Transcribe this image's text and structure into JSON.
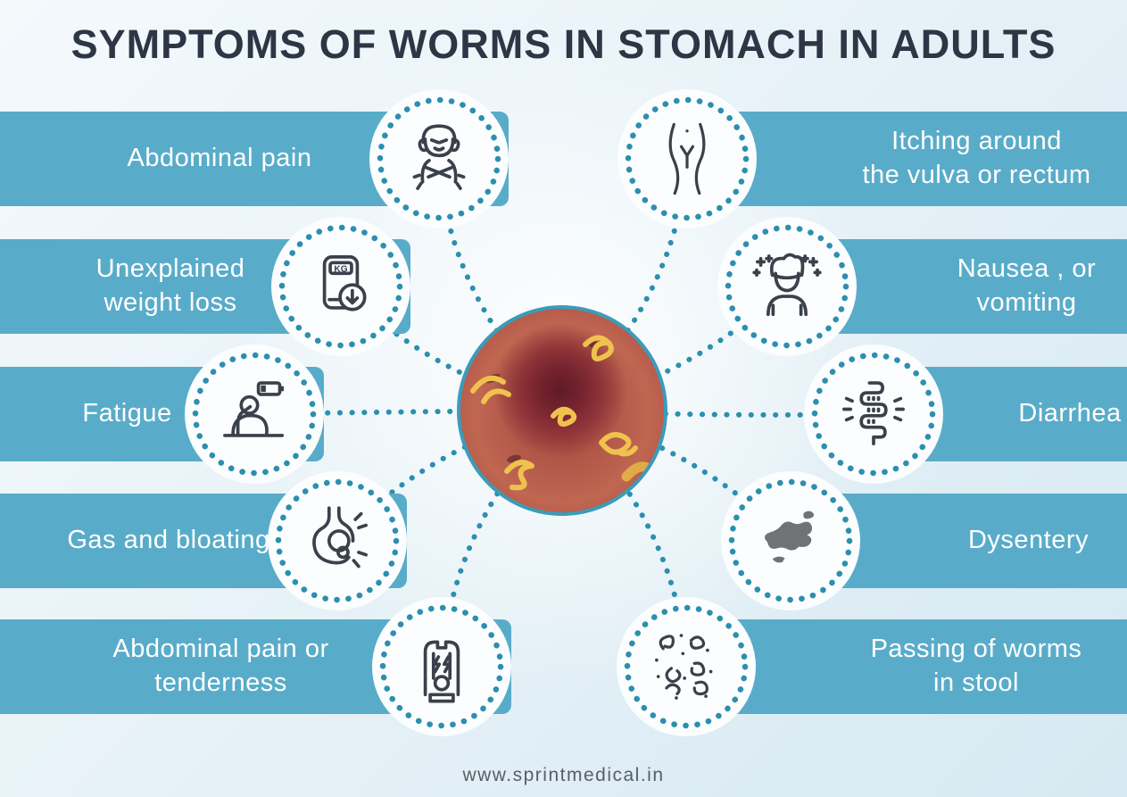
{
  "title": "SYMPTOMS OF WORMS IN STOMACH IN ADULTS",
  "footer": {
    "website": "www.sprintmedical.in"
  },
  "center": {
    "image_alt": "Intestine interior with worms"
  },
  "colors": {
    "banner": "#59acc9",
    "dots": "#2c8fae",
    "title": "#2d3645",
    "label": "#ffffff",
    "icon_stroke": "#3a414b",
    "dysentery_fill": "#6f7376",
    "center_ring": "#3a9cba"
  },
  "symptoms": {
    "left": [
      {
        "label": "Abdominal pain",
        "icon": "abdominal-pain-icon"
      },
      {
        "label": "Unexplained\nweight loss",
        "icon": "weight-loss-icon"
      },
      {
        "label": "Fatigue",
        "icon": "fatigue-icon"
      },
      {
        "label": "Gas and bloating",
        "icon": "gas-bloating-icon"
      },
      {
        "label": "Abdominal pain or\ntenderness",
        "icon": "abdominal-tenderness-icon"
      }
    ],
    "right": [
      {
        "label": "Itching around\nthe vulva or rectum",
        "icon": "vulva-rectum-itching-icon"
      },
      {
        "label": "Nausea , or\nvomiting",
        "icon": "nausea-vomiting-icon"
      },
      {
        "label": "Diarrhea",
        "icon": "diarrhea-icon"
      },
      {
        "label": "Dysentery",
        "icon": "dysentery-icon"
      },
      {
        "label": "Passing of worms\nin stool",
        "icon": "worms-in-stool-icon"
      }
    ]
  }
}
